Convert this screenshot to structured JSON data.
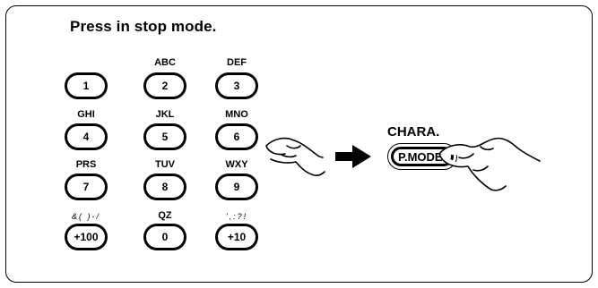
{
  "title": "Press in stop mode.",
  "keypad": [
    {
      "key": "1",
      "label": ""
    },
    {
      "key": "2",
      "label": "ABC"
    },
    {
      "key": "3",
      "label": "DEF"
    },
    {
      "key": "4",
      "label": "GHI"
    },
    {
      "key": "5",
      "label": "JKL"
    },
    {
      "key": "6",
      "label": "MNO"
    },
    {
      "key": "7",
      "label": "PRS"
    },
    {
      "key": "8",
      "label": "TUV"
    },
    {
      "key": "9",
      "label": "WXY"
    },
    {
      "key": "+100",
      "label": "&( )-/"
    },
    {
      "key": "0",
      "label": "QZ"
    },
    {
      "key": "+10",
      "label": "',:?!"
    }
  ],
  "chara_label": "CHARA.",
  "pmode_button": "P.MODE",
  "icons": [
    "pressing-hand-icon",
    "right-arrow-icon"
  ]
}
